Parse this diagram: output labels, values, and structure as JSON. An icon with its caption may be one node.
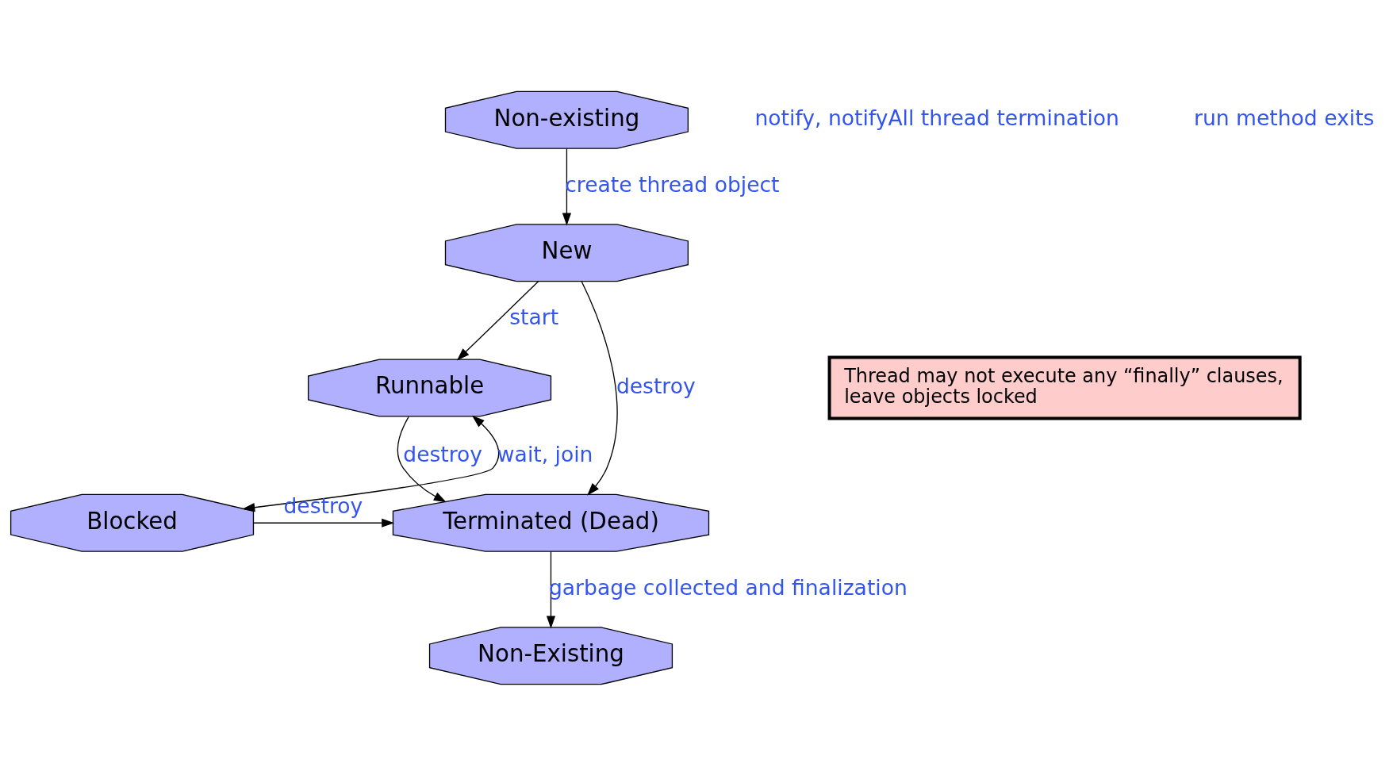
{
  "diagram": {
    "nodes": [
      {
        "text": [
          "Non-existing"
        ]
      },
      {
        "text": [
          "New"
        ]
      },
      {
        "text": [
          "Runnable"
        ]
      },
      {
        "text": [
          "Blocked"
        ]
      },
      {
        "text": [
          "Terminated (Dead)"
        ]
      },
      {
        "text": [
          "Non-Existing"
        ]
      },
      {
        "text": [
          "Thread may not execute any “finally” clauses, leave objects locked"
        ]
      }
    ],
    "edges": [
      {
        "from": 0,
        "to": 1,
        "arrow": "to",
        "label": "create thread object"
      },
      {
        "from": 1,
        "to": 4,
        "arrow": "to",
        "label": "destroy"
      },
      {
        "from": 1,
        "to": 2,
        "arrow": "to",
        "label": "start"
      },
      {
        "from": 2,
        "to": 4,
        "arrow": "to",
        "label": "destroy"
      },
      {
        "from": 3,
        "to": 2,
        "arrow": "both",
        "label": "wait, join"
      },
      {
        "from": 3,
        "to": 4,
        "arrow": "to",
        "label": "destroy"
      },
      {
        "from": 4,
        "to": 5,
        "arrow": "to",
        "label": "garbage collected and finalization"
      }
    ],
    "labels": [
      "notify, notifyAll thread termination",
      "run method exits"
    ]
  }
}
